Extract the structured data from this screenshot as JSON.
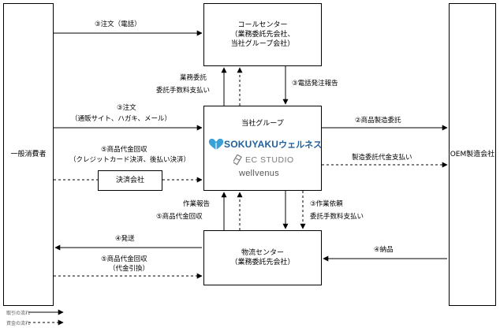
{
  "nodes": {
    "consumer": "一般消費者",
    "call_center_l1": "コールセンター",
    "call_center_l2": "（業務委託先会社、",
    "call_center_l3": "当社グループ会社）",
    "group_title": "当社グループ",
    "payment": "決済会社",
    "logistics_l1": "物流センター",
    "logistics_l2": "（業務委託先会社）",
    "oem": "OEM製造会社"
  },
  "logos": {
    "sokuyaku_a": "SOKUYAKU",
    "sokuyaku_b": "ウェルネス",
    "ec_studio": "EC STUDIO",
    "wellvenus": "wellvenus"
  },
  "edges": {
    "order_phone": "③注文（電話）",
    "outsource": "業務委託",
    "fee_payment_1": "委託手数料支払い",
    "phone_order_report": "③電話発注報告",
    "order_l1": "③注文",
    "order_l2": "（通販サイト、ハガキ、メール）",
    "product_commission": "②商品製造委託",
    "payment_l1": "⑤商品代金回収",
    "payment_l2": "（クレジットカード決済、後払い決済）",
    "mfg_fee_payment": "製造委託代金支払い",
    "work_report": "作業報告",
    "collection": "⑤商品代金回収",
    "work_request": "③作業依頼",
    "fee_payment_2": "委託手数料支払い",
    "shipping": "④発送",
    "delivery": "④納品",
    "cod_l1": "⑤商品代金回収",
    "cod_l2": "（代金引換）"
  },
  "legend": {
    "trade_flow": "取引の流れ",
    "money_flow": "資金の流れ"
  },
  "colors": {
    "logo_blue": "#1e5f9e",
    "logo_heart": "#3aa0d8",
    "logo_gray": "#7a7a7a"
  }
}
